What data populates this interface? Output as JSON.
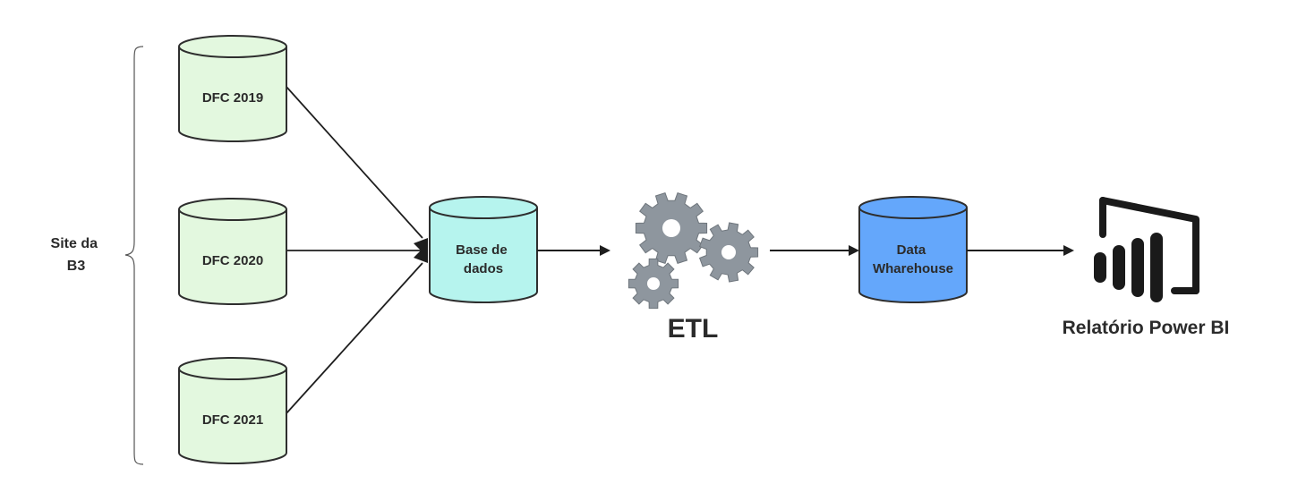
{
  "source": {
    "label_lines": [
      "Site da",
      "B3"
    ]
  },
  "sources": [
    {
      "label": "DFC 2019"
    },
    {
      "label": "DFC 2020"
    },
    {
      "label": "DFC 2021"
    }
  ],
  "database": {
    "label_lines": [
      "Base de",
      "dados"
    ],
    "color": "#b6f4ee"
  },
  "etl": {
    "label": "ETL",
    "icon": "gears-icon",
    "color": "#8e969e"
  },
  "warehouse": {
    "label_lines": [
      "Data",
      "Wharehouse"
    ],
    "color": "#64a7fb"
  },
  "report": {
    "label": "Relatório Power BI",
    "icon": "power-bi-icon"
  },
  "colors": {
    "source_fill": "#e3f8df",
    "stroke": "#2e2e2e",
    "connector": "#1e1e1e"
  }
}
